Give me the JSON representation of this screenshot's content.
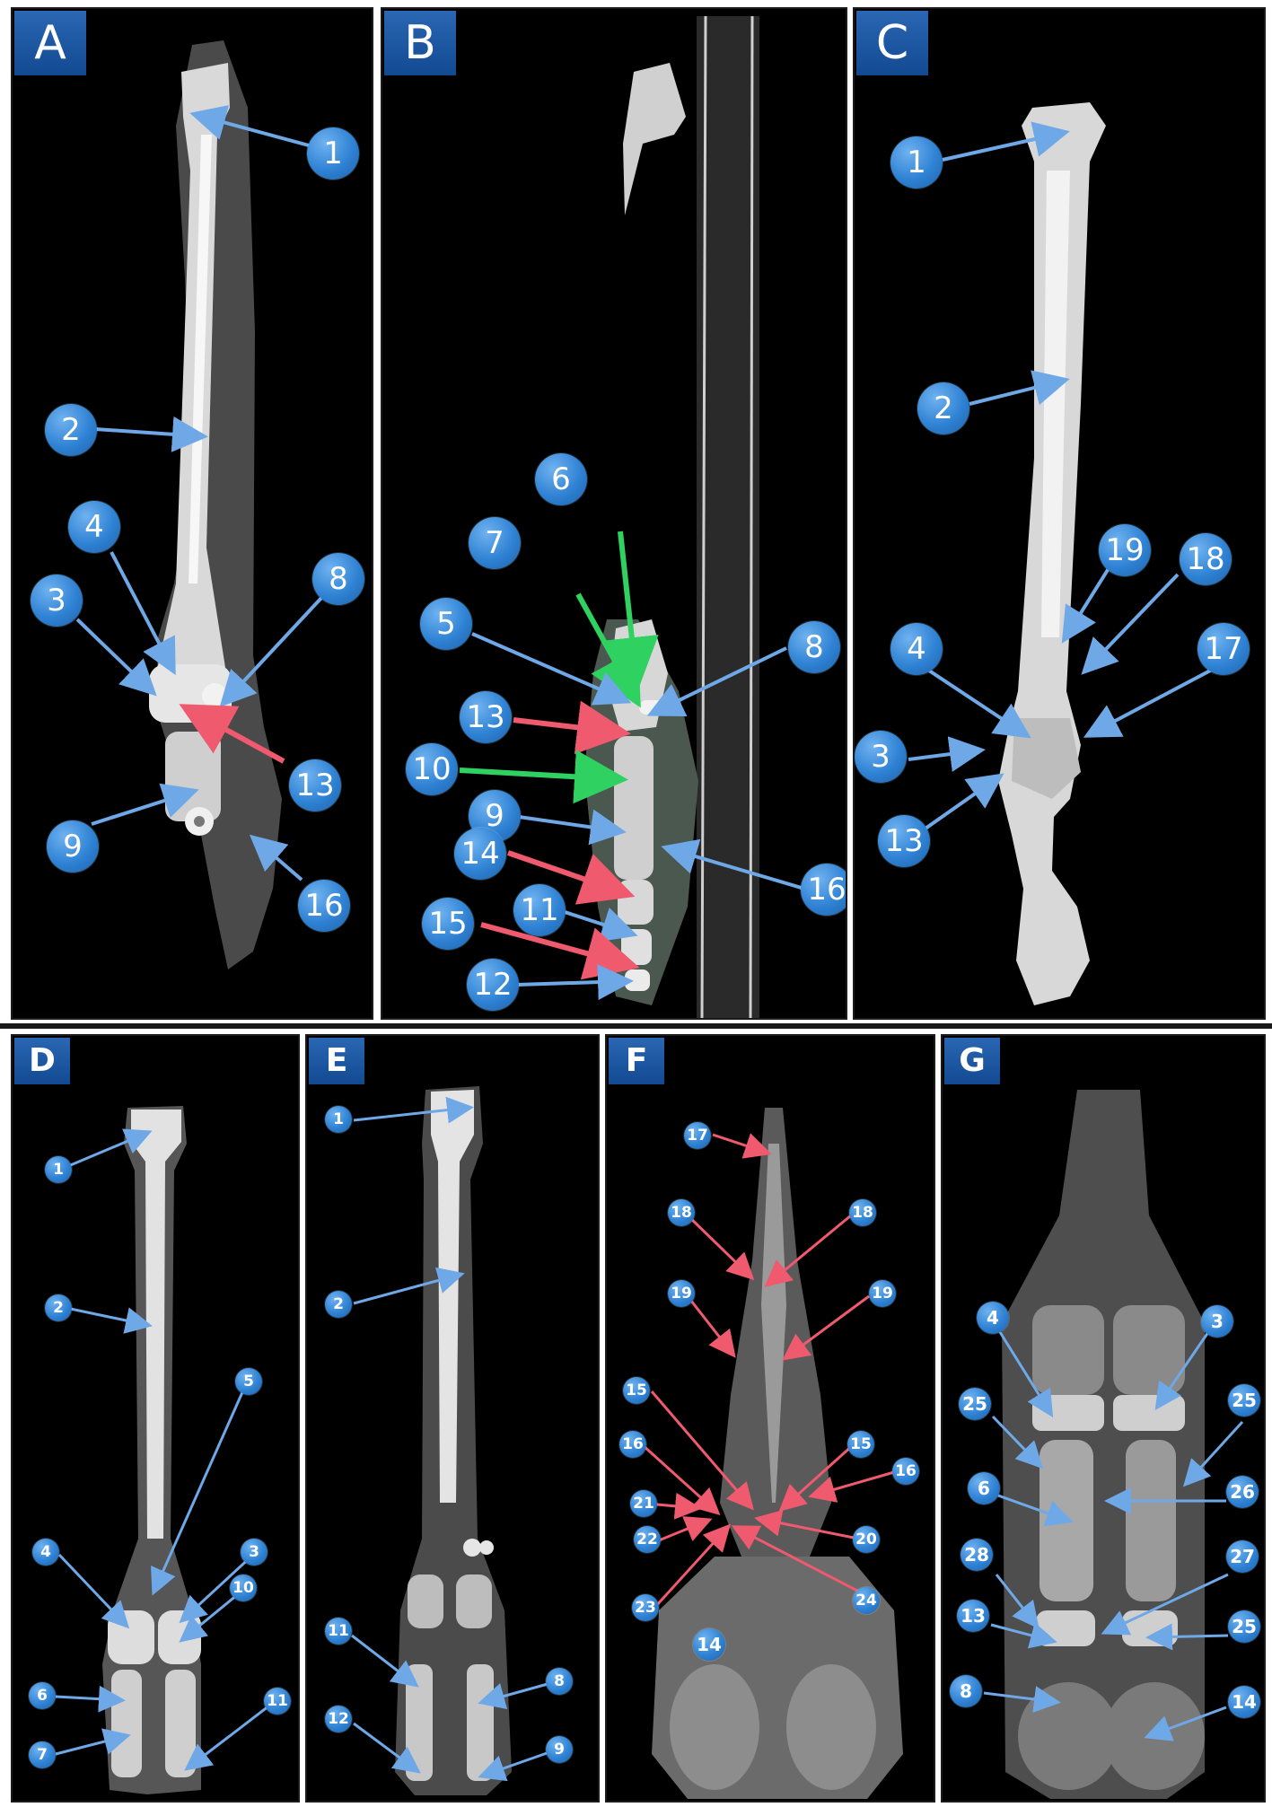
{
  "panels": {
    "A": {
      "tag": "A",
      "labels": [
        "1",
        "2",
        "4",
        "3",
        "8",
        "13",
        "9",
        "16"
      ]
    },
    "B": {
      "tag": "B",
      "labels": [
        "6",
        "7",
        "5",
        "8",
        "13",
        "10",
        "9",
        "16",
        "14",
        "11",
        "15",
        "12"
      ]
    },
    "C": {
      "tag": "C",
      "labels": [
        "1",
        "2",
        "19",
        "18",
        "4",
        "17",
        "3",
        "13"
      ]
    },
    "D": {
      "tag": "D",
      "labels": [
        "1",
        "2",
        "5",
        "4",
        "3",
        "10",
        "6",
        "7",
        "11"
      ]
    },
    "E": {
      "tag": "E",
      "labels": [
        "1",
        "2",
        "11",
        "8",
        "12",
        "9"
      ]
    },
    "F": {
      "tag": "F",
      "labels": [
        "17",
        "18",
        "18",
        "19",
        "19",
        "15",
        "16",
        "15",
        "16",
        "21",
        "22",
        "20",
        "23",
        "24",
        "14"
      ]
    },
    "G": {
      "tag": "G",
      "labels": [
        "4",
        "3",
        "25",
        "25",
        "6",
        "26",
        "28",
        "27",
        "13",
        "25",
        "8",
        "14"
      ]
    }
  },
  "colors": {
    "badge": "#2f82d4",
    "arrow_blue": "#6fa8e6",
    "arrow_red": "#ef5a6e",
    "arrow_green": "#2fd160",
    "tag": "#1a57a3"
  }
}
